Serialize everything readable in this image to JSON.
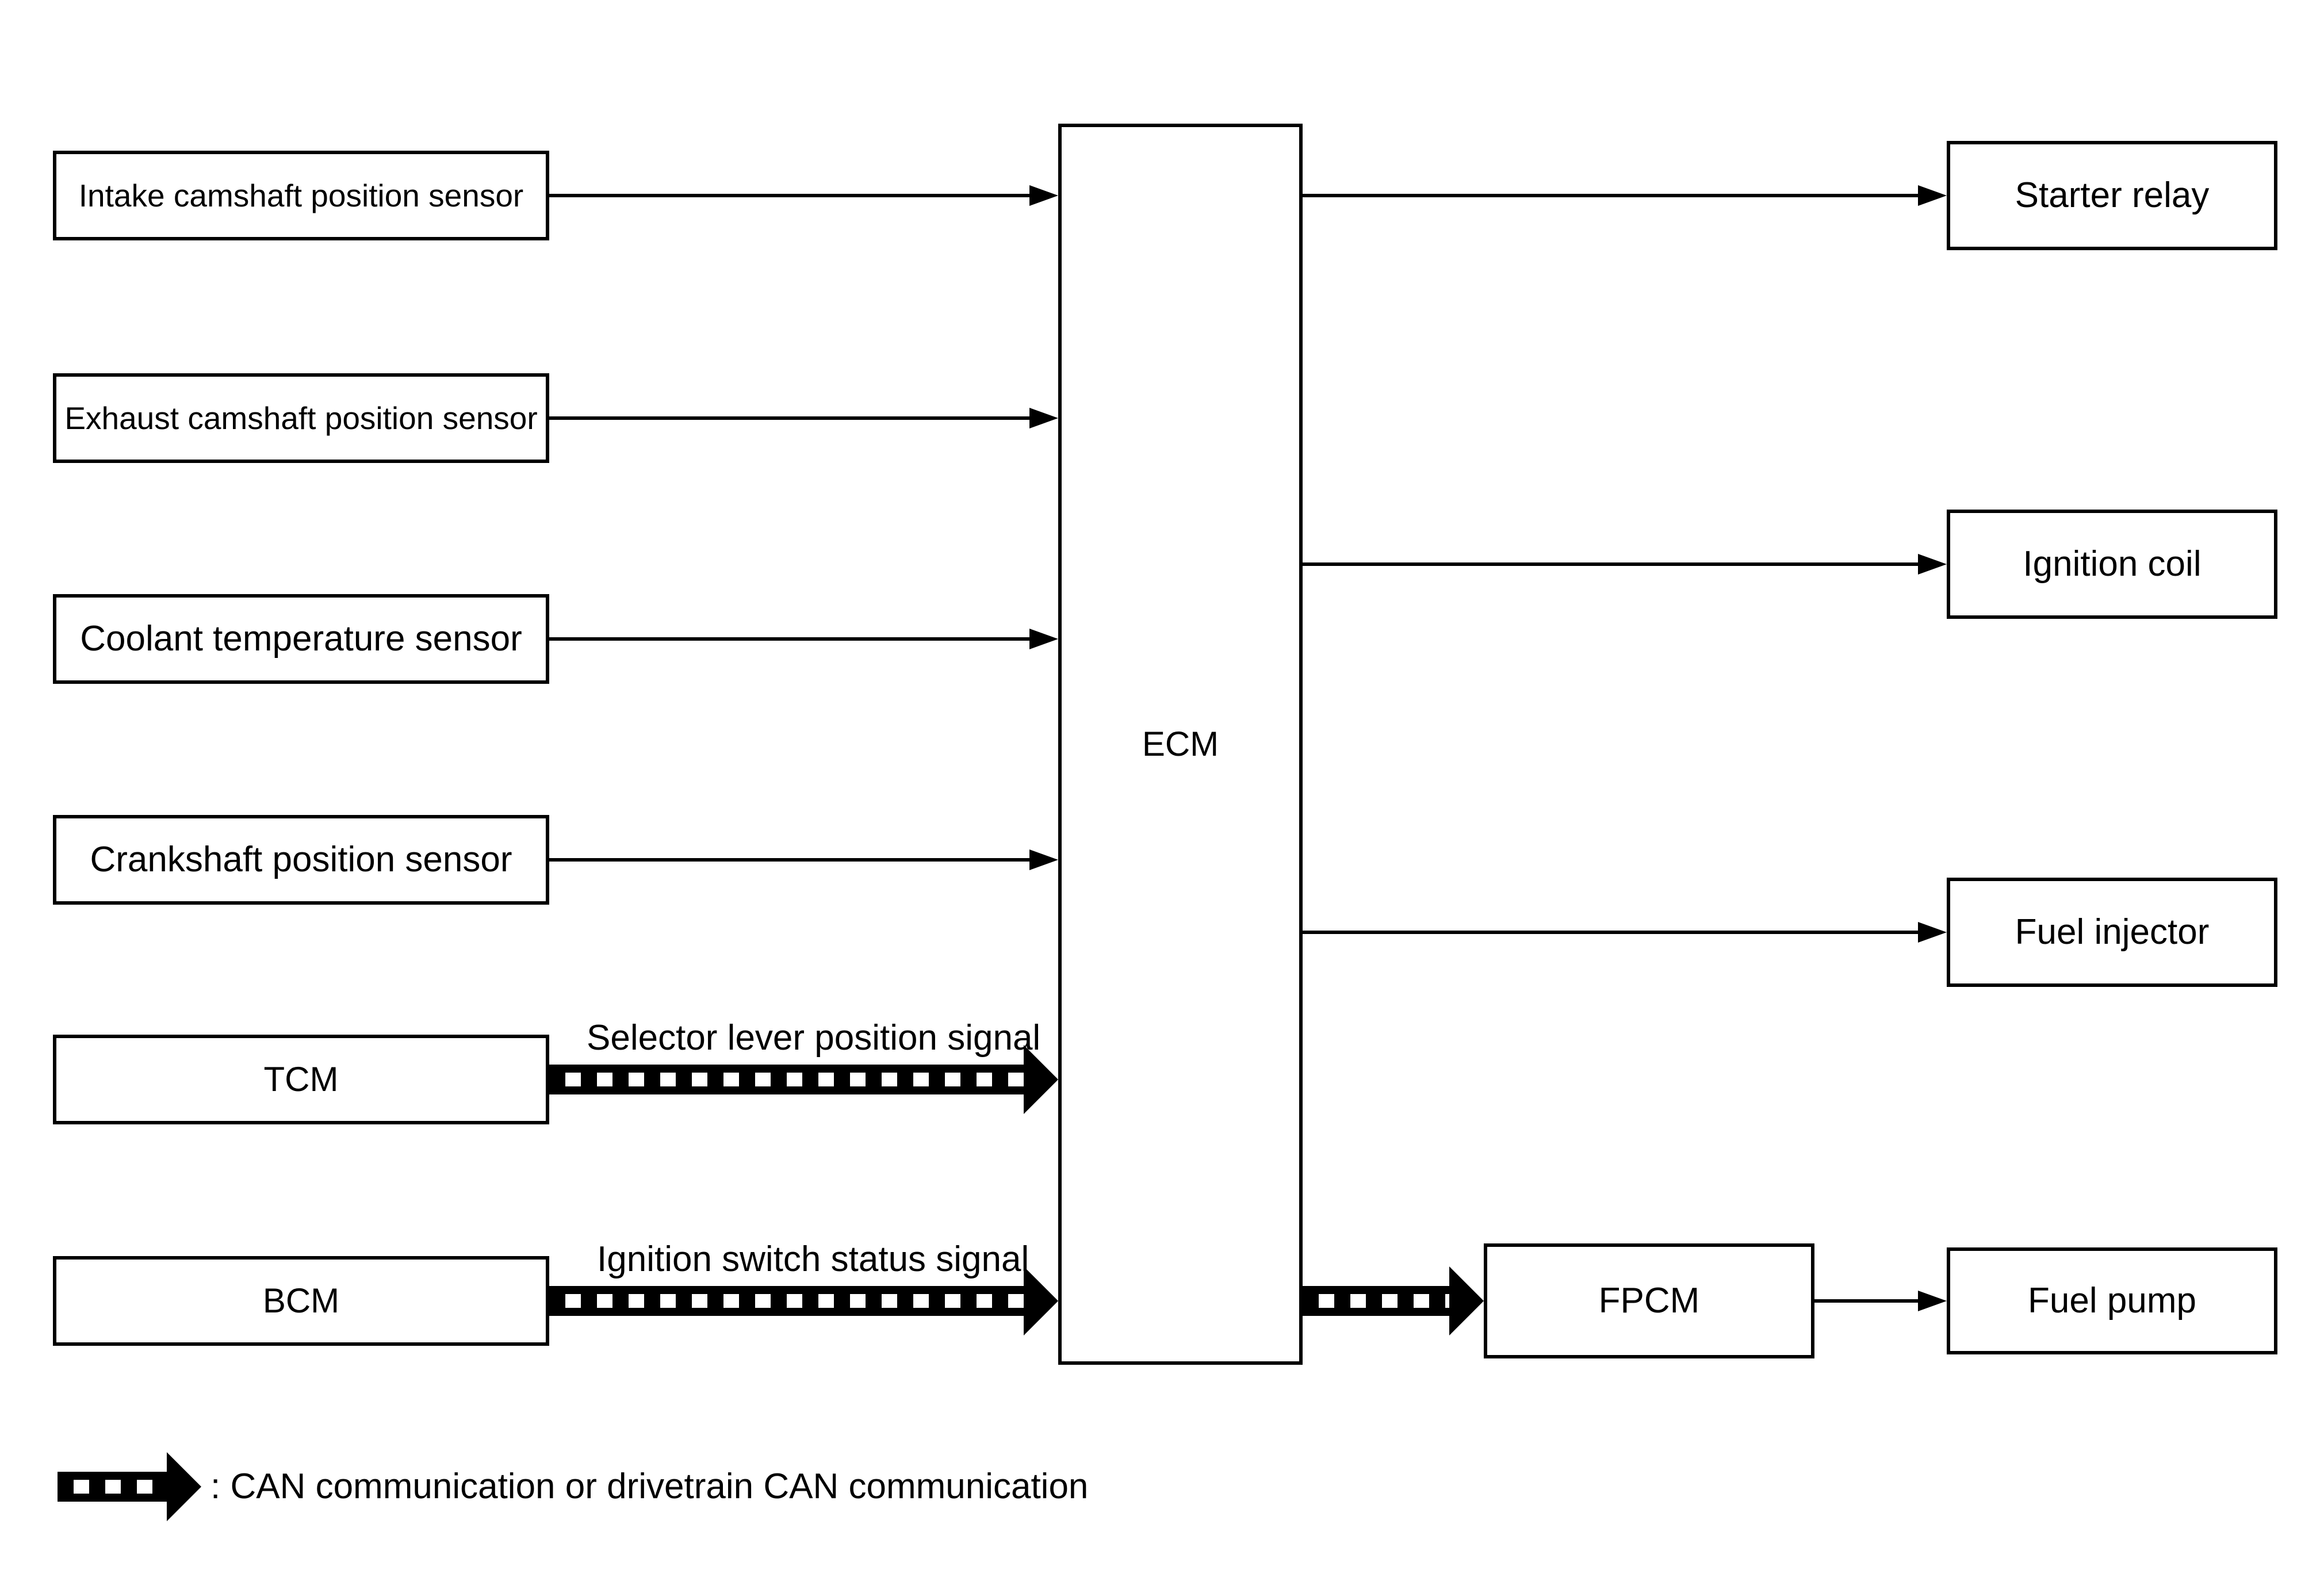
{
  "diagram": {
    "type": "block-diagram",
    "nodes": {
      "intake": {
        "label": "Intake camshaft position sensor"
      },
      "exhaust": {
        "label": "Exhaust camshaft position sensor"
      },
      "coolant": {
        "label": "Coolant temperature sensor"
      },
      "crankshaft": {
        "label": "Crankshaft position sensor"
      },
      "tcm": {
        "label": "TCM"
      },
      "bcm": {
        "label": "BCM"
      },
      "ecm": {
        "label": "ECM"
      },
      "fpcm": {
        "label": "FPCM"
      },
      "starter_relay": {
        "label": "Starter relay"
      },
      "ignition_coil": {
        "label": "Ignition coil"
      },
      "fuel_injector": {
        "label": "Fuel injector"
      },
      "fuel_pump": {
        "label": "Fuel pump"
      }
    },
    "signal_labels": {
      "selector": "Selector lever position signal",
      "ignition": "Ignition switch status signal"
    },
    "edges": [
      {
        "from": "intake",
        "to": "ecm",
        "type": "solid"
      },
      {
        "from": "exhaust",
        "to": "ecm",
        "type": "solid"
      },
      {
        "from": "coolant",
        "to": "ecm",
        "type": "solid"
      },
      {
        "from": "crankshaft",
        "to": "ecm",
        "type": "solid"
      },
      {
        "from": "tcm",
        "to": "ecm",
        "type": "can",
        "label": "Selector lever position signal"
      },
      {
        "from": "bcm",
        "to": "ecm",
        "type": "can",
        "label": "Ignition switch status signal"
      },
      {
        "from": "ecm",
        "to": "starter_relay",
        "type": "solid"
      },
      {
        "from": "ecm",
        "to": "ignition_coil",
        "type": "solid"
      },
      {
        "from": "ecm",
        "to": "fuel_injector",
        "type": "solid"
      },
      {
        "from": "ecm",
        "to": "fpcm",
        "type": "can"
      },
      {
        "from": "fpcm",
        "to": "fuel_pump",
        "type": "solid"
      }
    ],
    "legend": {
      "text": ": CAN communication or drivetrain CAN communication"
    },
    "colors": {
      "line": "#000000",
      "background": "#ffffff"
    }
  }
}
